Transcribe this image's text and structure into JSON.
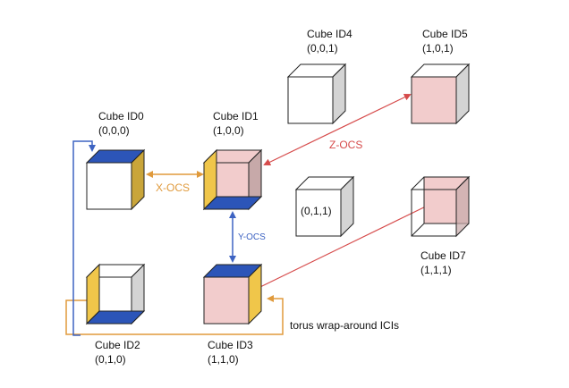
{
  "colors": {
    "front_white": "#ffffff",
    "front_pink": "#f2cccc",
    "side_gray": "#d4d4d4",
    "side_yellow": "#c9a53a",
    "side_yellow_light": "#f0c64a",
    "top_white": "#ffffff",
    "top_blue": "#2c55b8",
    "edge": "#222222",
    "x_ocs": "#e09a3c",
    "y_ocs": "#3d63c2",
    "z_ocs": "#d64b4b",
    "torus": "#e09a3c"
  },
  "cubes": [
    {
      "id": "Cube ID0",
      "coord": "(0,0,0)"
    },
    {
      "id": "Cube ID1",
      "coord": "(1,0,0)"
    },
    {
      "id": "Cube ID2",
      "coord": "(0,1,0)"
    },
    {
      "id": "Cube ID3",
      "coord": "(1,1,0)"
    },
    {
      "id": "Cube ID4",
      "coord": "(0,0,1)"
    },
    {
      "id": "Cube ID5",
      "coord": "(1,0,1)"
    },
    {
      "id": "",
      "coord": "(0,1,1)"
    },
    {
      "id": "Cube ID7",
      "coord": "(1,1,1)"
    }
  ],
  "links": {
    "x_ocs": "X-OCS",
    "y_ocs": "Y-OCS",
    "z_ocs": "Z-OCS",
    "torus": "torus wrap-around ICIs"
  }
}
